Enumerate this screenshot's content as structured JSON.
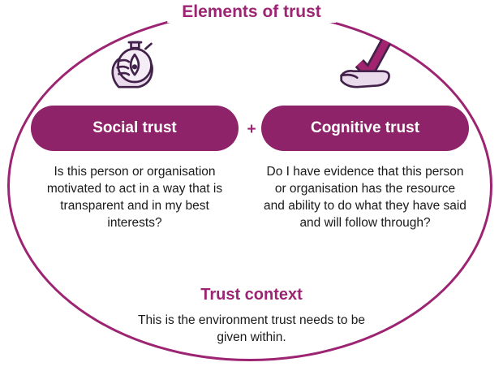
{
  "title": "Elements of trust",
  "colors": {
    "accent": "#9C2472",
    "pill": "#8F2369",
    "ink": "#1a1a1a",
    "icon_outline": "#42214A",
    "icon_fill": "#EADBEC"
  },
  "left": {
    "icon": "stopwatch-hand-icon",
    "pill_label": "Social trust",
    "description": "Is this person or organisation motivated to act in a way that is transparent and in my best interests?"
  },
  "plus_sign": "+",
  "right": {
    "icon": "checkmark-hand-icon",
    "pill_label": "Cognitive trust",
    "description": "Do I have evidence that this person or organisation has the resource and ability to do what they have said and will follow through?"
  },
  "footer": {
    "title": "Trust context",
    "description": "This is the environment trust needs to be given within."
  }
}
